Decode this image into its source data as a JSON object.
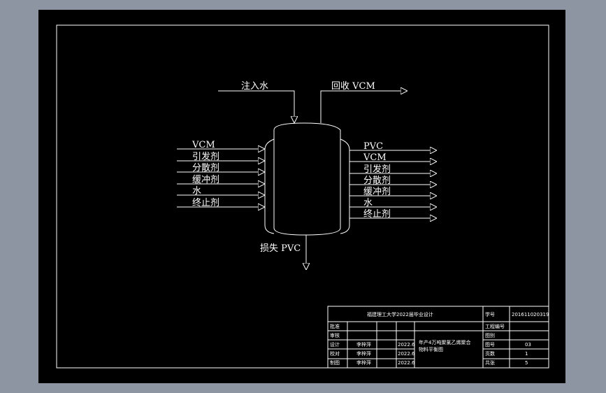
{
  "diagram": {
    "top_inlet": "注入水",
    "top_outlet": "回收 VCM",
    "bottom_outlet": "损失 PVC",
    "inputs": [
      "VCM",
      "引发剂",
      "分散剂",
      "缓冲剂",
      "水",
      "终止剂"
    ],
    "outputs": [
      "PVC",
      "VCM",
      "引发剂",
      "分散剂",
      "缓冲剂",
      "水",
      "终止剂"
    ]
  },
  "title_block": {
    "school": "福建理工大学2022届毕业设计",
    "drawing_title_line1": "年产4万吨聚氯乙烯聚合",
    "drawing_title_line2": "物料平衡图",
    "label_sheet_no": "学号",
    "value_sheet_no": "201611020319",
    "roles": [
      "批准",
      "审核",
      "设计",
      "校对",
      "制图"
    ],
    "names": [
      "",
      "",
      "李梓萍",
      "李梓萍",
      "李梓萍"
    ],
    "dates": [
      "",
      "",
      "2022.6",
      "2022.6",
      "2022.6"
    ],
    "right_labels": [
      "工程编号",
      "图别",
      "图号",
      "页数",
      "共张"
    ],
    "right_values": [
      "",
      "",
      "03",
      "1",
      "5"
    ]
  },
  "colors": {
    "background": "#8c95a1",
    "canvas": "#000000",
    "line": "#ffffff"
  }
}
